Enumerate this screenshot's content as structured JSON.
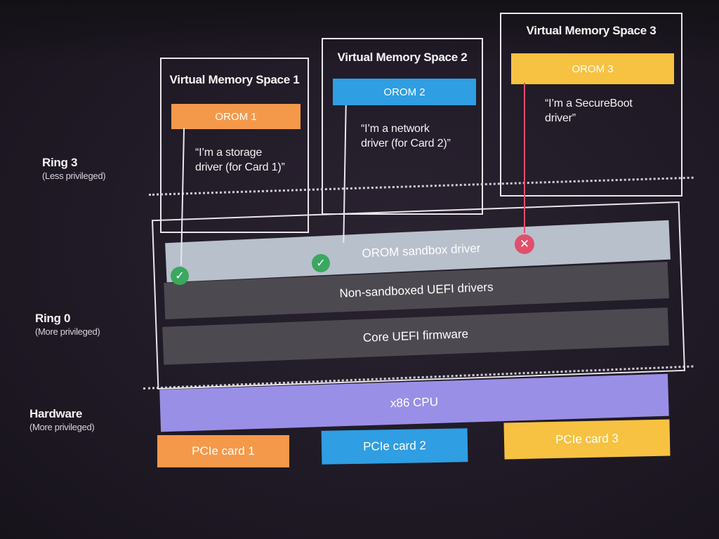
{
  "rings": {
    "ring3": {
      "title": "Ring 3",
      "subtitle": "(Less privileged)"
    },
    "ring0": {
      "title": "Ring 0",
      "subtitle": "(More privileged)"
    },
    "hardware": {
      "title": "Hardware",
      "subtitle": "(More privileged)"
    }
  },
  "memory_spaces": [
    {
      "title": "Virtual Memory Space 1",
      "orom": "OROM 1",
      "quote_line1": "“I’m a storage",
      "quote_line2": "driver (for Card 1)”",
      "color": "#f4994a"
    },
    {
      "title": "Virtual Memory Space 2",
      "orom": "OROM 2",
      "quote_line1": "“I’m a network",
      "quote_line2": "driver (for Card 2)”",
      "color": "#2f9ee2"
    },
    {
      "title": "Virtual Memory Space 3",
      "orom": "OROM 3",
      "quote_line1": "“I’m a SecureBoot",
      "quote_line2": "driver”",
      "color": "#f7c242"
    }
  ],
  "ring0_layers": {
    "sandbox": "OROM sandbox driver",
    "non_sandboxed": "Non-sandboxed UEFI drivers",
    "core": "Core UEFI firmware"
  },
  "hardware": {
    "cpu": "x86 CPU",
    "cards": [
      "PCIe card 1",
      "PCIe card 2",
      "PCIe card 3"
    ]
  },
  "status": {
    "allowed_symbol": "✓",
    "denied_symbol": "✕"
  },
  "colors": {
    "sandbox_band": "#b8c0cc",
    "dark_band": "#4c4a50",
    "cpu": "#9a8fe6",
    "allowed": "#3aa860",
    "denied": "#e0506a"
  }
}
